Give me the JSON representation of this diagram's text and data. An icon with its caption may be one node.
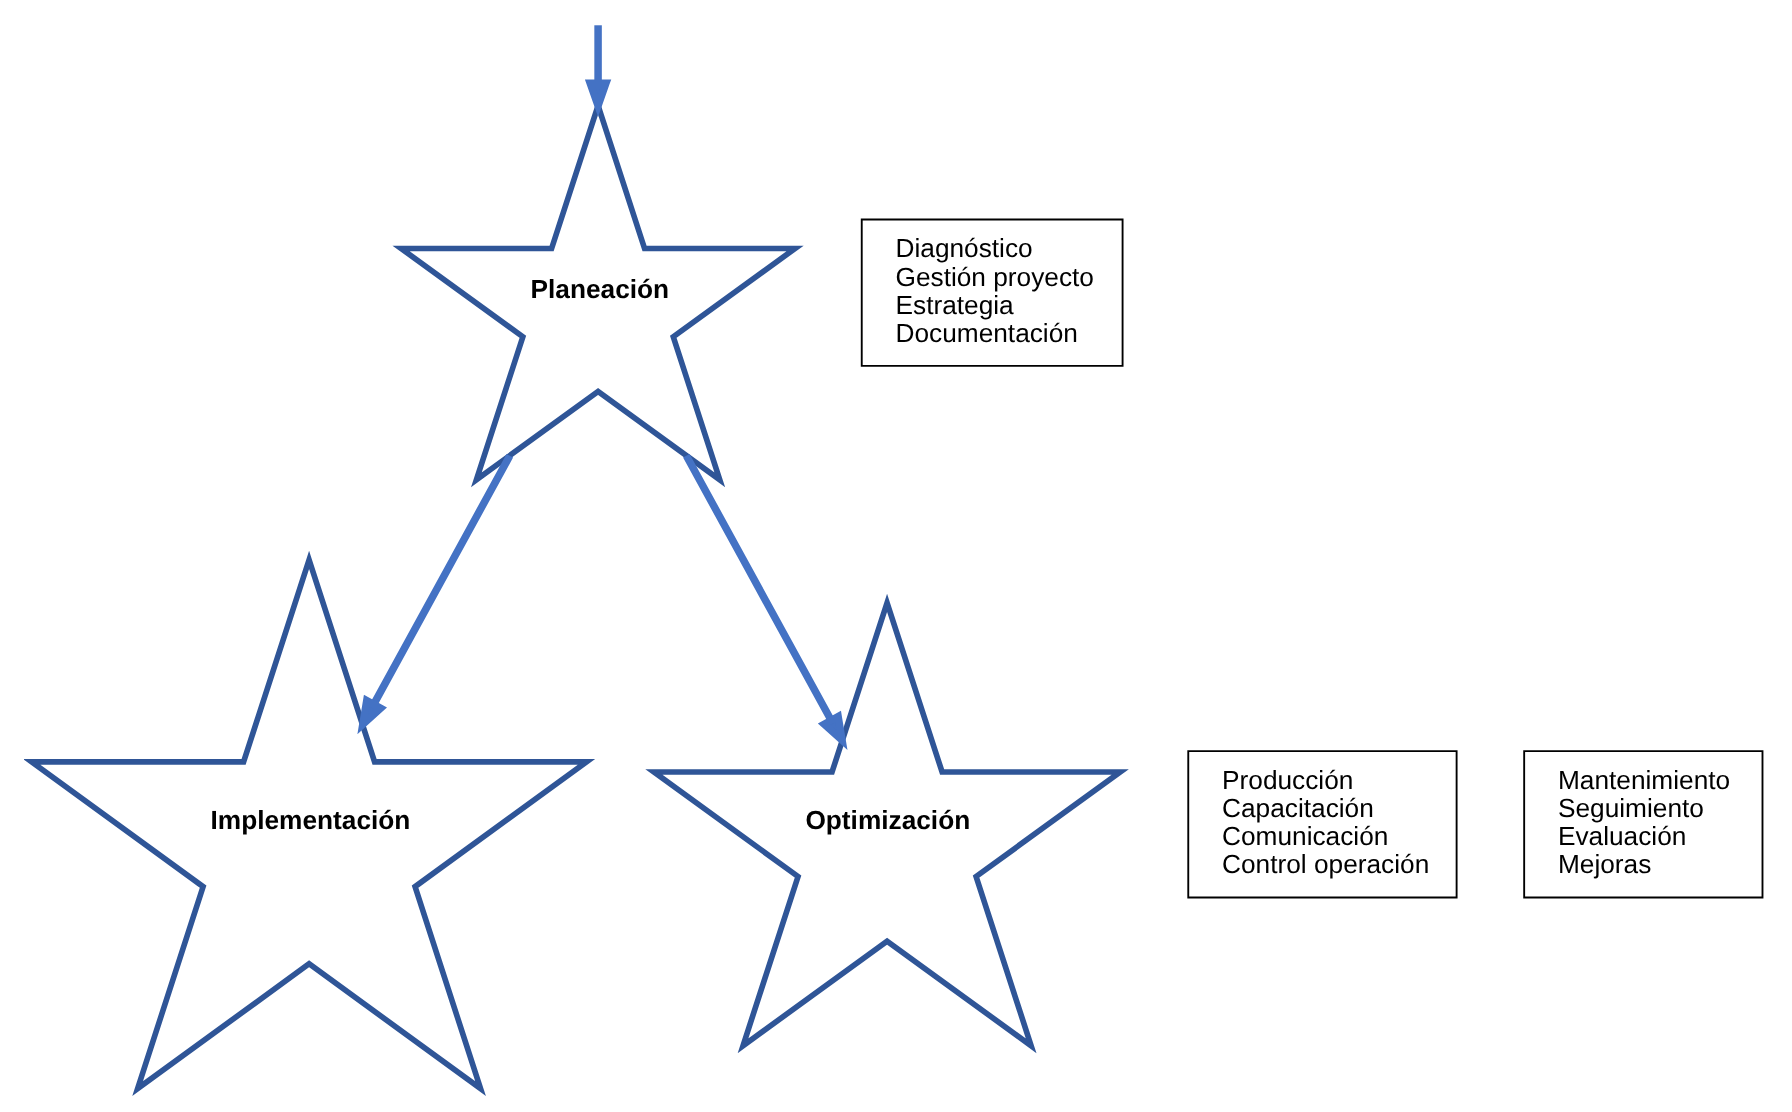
{
  "diagram": {
    "nodes": [
      {
        "text": [
          "Planeación"
        ]
      },
      {
        "text": [
          "Diagnóstico",
          "Gestión proyecto",
          "Estrategia",
          "Documentación"
        ]
      },
      {
        "text": [
          "Implementación"
        ]
      },
      {
        "text": [
          "Producción",
          "Capacitación",
          "Comunicación",
          "Control operación"
        ]
      },
      {
        "text": [
          "Optimización"
        ]
      },
      {
        "text": [
          "Mantenimiento",
          "Seguimiento",
          "Evaluación",
          "Mejoras"
        ]
      }
    ],
    "edges": [
      {
        "from": null,
        "to": 0,
        "arrow": "to"
      },
      {
        "from": 0,
        "to": 2,
        "arrow": "to"
      },
      {
        "from": 0,
        "to": 4,
        "arrow": "to"
      }
    ]
  }
}
